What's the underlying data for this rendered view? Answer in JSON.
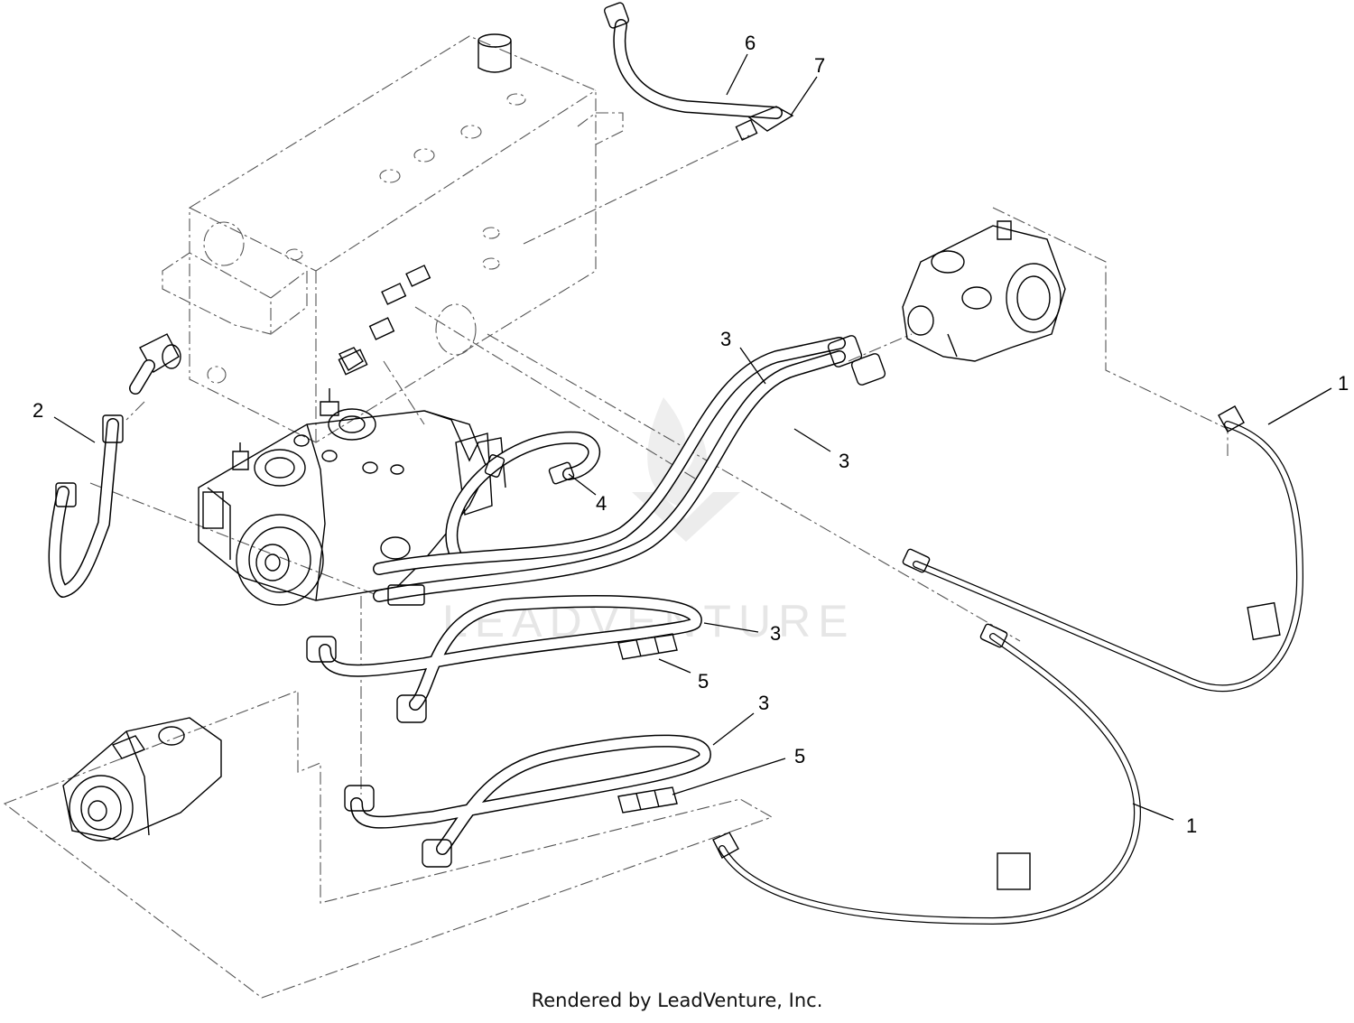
{
  "watermark": "LEADVENTURE",
  "footer": "Rendered by LeadVenture, Inc.",
  "callouts": {
    "c1a": "1",
    "c1b": "1",
    "c2": "2",
    "c3a": "3",
    "c3b": "3",
    "c3c": "3",
    "c3d": "3",
    "c4": "4",
    "c5a": "5",
    "c5b": "5",
    "c6": "6",
    "c7": "7"
  }
}
